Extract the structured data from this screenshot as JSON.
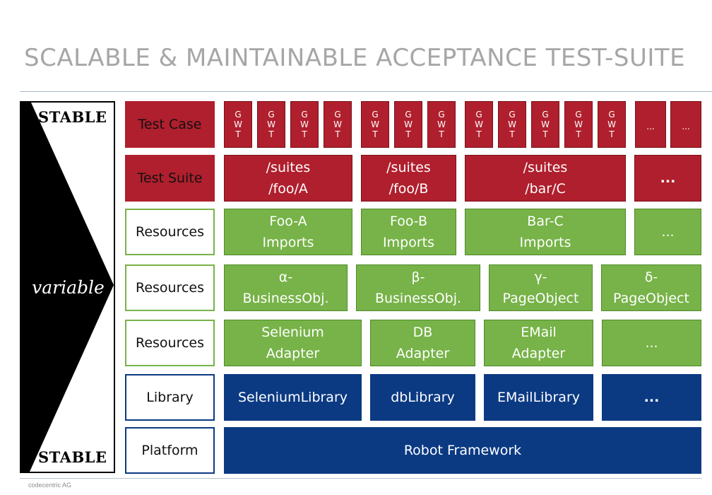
{
  "title": "SCALABLE & MAINTAINABLE ACCEPTANCE TEST-SUITE",
  "footer": "codecentric AG",
  "left_panel": {
    "top": "STABLE",
    "middle": "variable",
    "bottom": "STABLE"
  },
  "layers": [
    {
      "label": "Test Case"
    },
    {
      "label": "Test Suite"
    },
    {
      "label": "Resources"
    },
    {
      "label": "Resources"
    },
    {
      "label": "Resources"
    },
    {
      "label": "Library"
    },
    {
      "label": "Platform"
    }
  ],
  "test_case": {
    "gwt": [
      "G",
      "W",
      "T"
    ],
    "ellipsis": "..."
  },
  "test_suite": [
    {
      "line1": "/suites",
      "line2": "/foo/A"
    },
    {
      "line1": "/suites",
      "line2": "/foo/B"
    },
    {
      "line1": "/suites",
      "line2": "/bar/C"
    },
    {
      "line1": "...",
      "line2": ""
    }
  ],
  "resources_imports": [
    {
      "line1": "Foo-A",
      "line2": "Imports"
    },
    {
      "line1": "Foo-B",
      "line2": "Imports"
    },
    {
      "line1": "Bar-C",
      "line2": "Imports"
    },
    {
      "line1": "...",
      "line2": ""
    }
  ],
  "resources_objects": [
    {
      "line1": "α-",
      "line2": "BusinessObj."
    },
    {
      "line1": "β-",
      "line2": "BusinessObj."
    },
    {
      "line1": "γ-",
      "line2": "PageObject"
    },
    {
      "line1": "δ-",
      "line2": "PageObject"
    }
  ],
  "resources_adapters": [
    {
      "line1": "Selenium",
      "line2": "Adapter"
    },
    {
      "line1": "DB",
      "line2": "Adapter"
    },
    {
      "line1": "EMail",
      "line2": "Adapter"
    },
    {
      "line1": "...",
      "line2": ""
    }
  ],
  "libraries": [
    "SeleniumLibrary",
    "dbLibrary",
    "EMailLibrary",
    "..."
  ],
  "platform": "Robot Framework",
  "colors": {
    "red": "#b01f2d",
    "green": "#77b348",
    "blue": "#0b3a83",
    "title_gray": "#a6a6a6"
  }
}
